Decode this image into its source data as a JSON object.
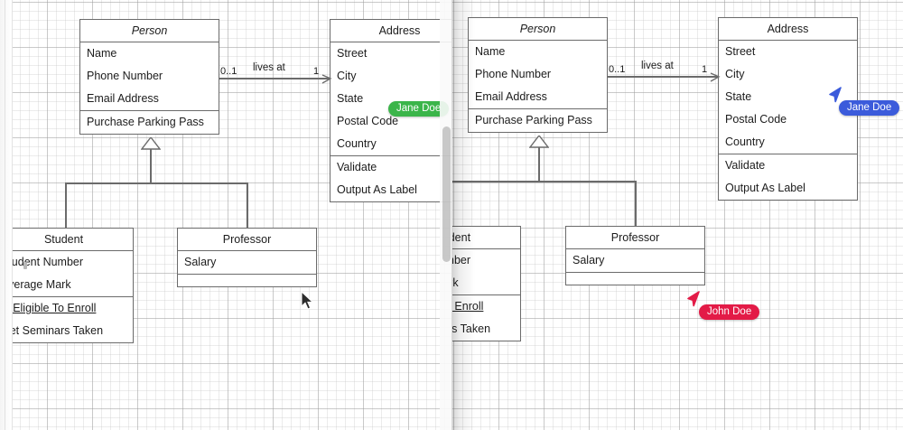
{
  "app": {
    "kind": "collaborative-uml-class-diagram-editor",
    "panes": [
      "left",
      "right"
    ]
  },
  "diagram": {
    "classes": [
      {
        "id": "person",
        "name": "Person",
        "abstract": true,
        "attributes": [
          "Name",
          "Phone Number",
          "Email Address"
        ],
        "operations": [
          "Purchase Parking Pass"
        ]
      },
      {
        "id": "address",
        "name": "Address",
        "abstract": false,
        "attributes": [
          "Street",
          "City",
          "State",
          "Postal Code",
          "Country"
        ],
        "operations": [
          "Validate",
          "Output As Label"
        ]
      },
      {
        "id": "student",
        "name": "Student",
        "abstract": false,
        "attributes": [
          "Student Number",
          "Average Mark"
        ],
        "operations": [
          "Is Eligible To Enroll",
          "Get Seminars Taken"
        ]
      },
      {
        "id": "professor",
        "name": "Professor",
        "abstract": false,
        "attributes": [
          "Salary"
        ],
        "operations": [
          ""
        ]
      }
    ],
    "association": {
      "name": "lives at",
      "source_multiplicity": "0..1",
      "target_multiplicity": "1",
      "source": "Person",
      "target": "Address"
    },
    "generalization": {
      "parent": "Person",
      "children": [
        "Student",
        "Professor"
      ]
    }
  },
  "presence": {
    "left_pane": [
      {
        "label": "Jane Doe",
        "color": "#3bb54a",
        "pointer": false
      }
    ],
    "right_pane": [
      {
        "label": "Jane Doe",
        "color": "#3b5bdb",
        "pointer": true
      },
      {
        "label": "John Doe",
        "color": "#e31b47",
        "pointer": true
      }
    ]
  },
  "cursor": {
    "os_pointer_label": "mouse-pointer"
  }
}
